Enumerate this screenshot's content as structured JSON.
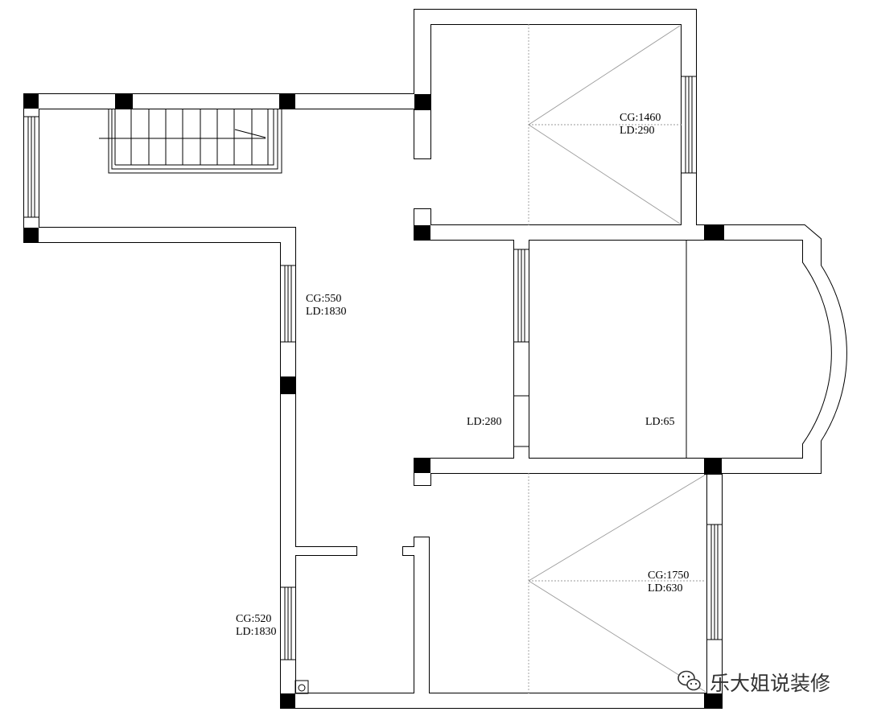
{
  "labels": {
    "north_room": {
      "cg": "CG:1460",
      "ld": "LD:290"
    },
    "corridor": {
      "cg": "CG:550",
      "ld": "LD:1830"
    },
    "middle_west": {
      "ld": "LD:280"
    },
    "middle_east": {
      "ld": "LD:65"
    },
    "south_room": {
      "cg": "CG:1750",
      "ld": "LD:630"
    },
    "southwest_room": {
      "cg": "CG:520",
      "ld": "LD:1830"
    }
  },
  "watermark": {
    "text": "乐大姐说装修",
    "icon": "wechat-icon"
  },
  "colors": {
    "background": "#ffffff",
    "wall_line": "#000000",
    "column": "#000000",
    "guide_line": "#9a9a9a",
    "watermark": "#333333"
  }
}
